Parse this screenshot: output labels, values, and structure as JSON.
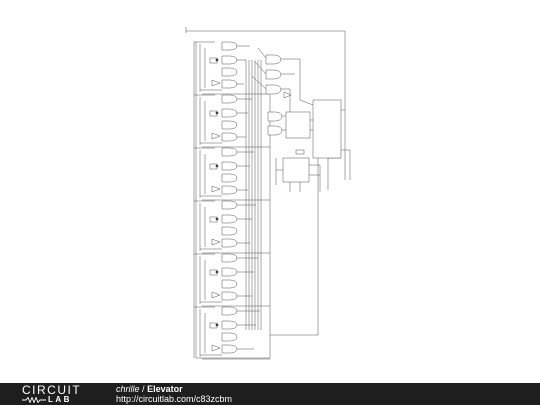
{
  "footer": {
    "logo_top": "CIRCUIT",
    "logo_bottom": "LAB",
    "author": "chrille",
    "separator": "/",
    "title": "Elevator",
    "url": "http://circuitlab.com/c83zcbm"
  },
  "colors": {
    "footer_bg": "#1e1e1e",
    "wire": "#555555",
    "text": "#ffffff"
  },
  "icons": [
    "resistor-icon"
  ]
}
